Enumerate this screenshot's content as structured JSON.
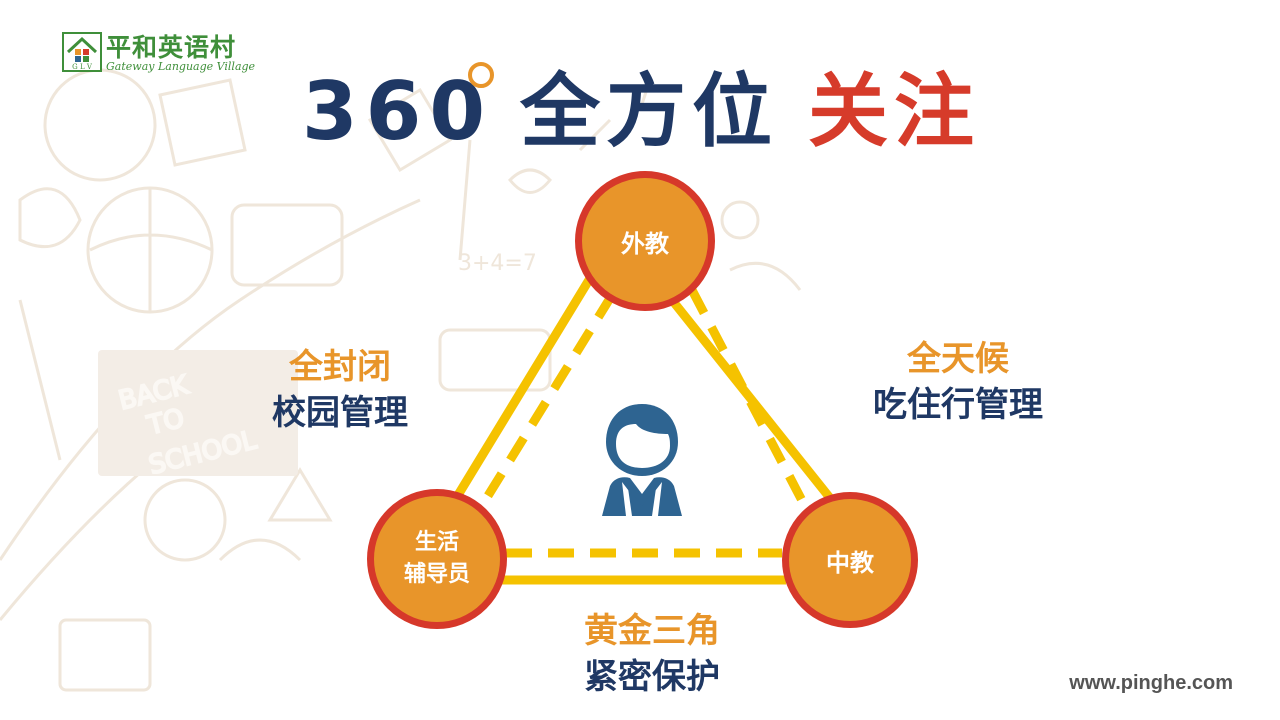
{
  "logo": {
    "name_cn": "平和英语村",
    "name_en": "Gateway Language Village",
    "mark_letters": "G L V"
  },
  "title": {
    "number": "360",
    "main": "全方位",
    "accent": "关注"
  },
  "triangle": {
    "top_node": "外教",
    "left_node": [
      "生活",
      "辅导员"
    ],
    "right_node": "中教"
  },
  "labels": {
    "left": {
      "line1": "全封闭",
      "line2": "校园管理"
    },
    "right": {
      "line1": "全天候",
      "line2": "吃住行管理"
    },
    "bottom": {
      "line1": "黄金三角",
      "line2": "紧密保护"
    }
  },
  "background": {
    "sign_text": [
      "BACK",
      "TO",
      "SCHOOL"
    ],
    "equation": "3+4=7"
  },
  "footer": {
    "url": "www.pinghe.com"
  },
  "colors": {
    "navy": "#1f3864",
    "orange": "#e8952a",
    "red": "#d63b2a",
    "yellow": "#f5c200",
    "green": "#3f8f3a",
    "person": "#2e6491"
  }
}
